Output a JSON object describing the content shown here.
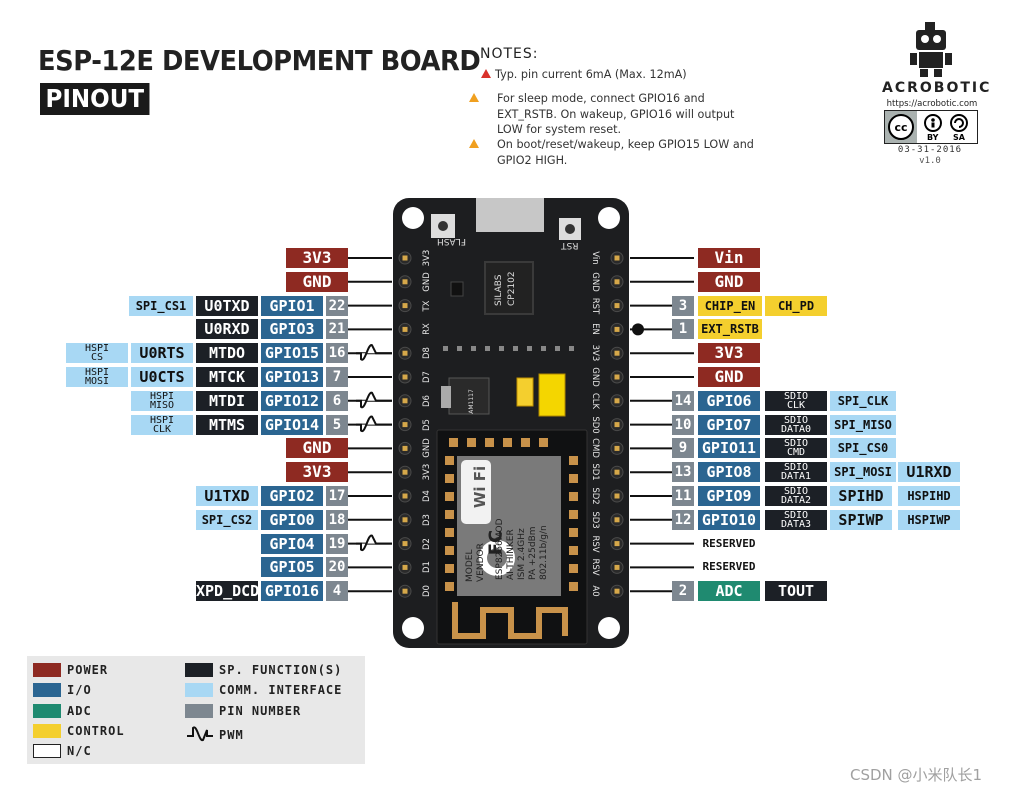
{
  "title": "ESP-12E DEVELOPMENT BOARD",
  "subtitle": "PINOUT",
  "notes": {
    "heading": "NOTES:",
    "items": [
      "Typ. pin current 6mA (Max. 12mA)",
      "For sleep mode, connect GPIO16 and EXT_RSTB. On wakeup, GPIO16 will output LOW for system reset.",
      "On boot/reset/wakeup, keep GPIO15 LOW and GPIO2 HIGH."
    ]
  },
  "brand": {
    "name": "ACROBOTIC",
    "url": "https://acrobotic.com",
    "license": [
      "BY",
      "SA"
    ],
    "date": "03-31-2016",
    "version": "v1.0"
  },
  "board": {
    "buttons": {
      "flash": "FLASH",
      "reset": "RST"
    },
    "chip": [
      "SILABS",
      "CP2102"
    ],
    "regulator": "AM1117",
    "module": [
      "ESP8266MOD",
      "AI-THINKER",
      "ISM 2.4GHz",
      "PA +25dBm",
      "802.11b/g/n"
    ],
    "module_side": [
      "MODEL",
      "VENDOR"
    ],
    "wifi_logo": "Wi Fi",
    "fcc": "FC",
    "left_silk": [
      "3V3",
      "GND",
      "TX",
      "RX",
      "D8",
      "D7",
      "D6",
      "D5",
      "GND",
      "3V3",
      "D4",
      "D3",
      "D2",
      "D1",
      "D0"
    ],
    "right_silk": [
      "Vin",
      "GND",
      "RST",
      "EN",
      "3V3",
      "GND",
      "CLK",
      "SD0",
      "CMD",
      "SD1",
      "SD2",
      "SD3",
      "RSV",
      "RSV",
      "A0"
    ]
  },
  "left_pins": [
    {
      "labels": [
        {
          "t": "3V3",
          "c": "power"
        }
      ]
    },
    {
      "labels": [
        {
          "t": "GND",
          "c": "power"
        }
      ]
    },
    {
      "labels": [
        {
          "t": "SPI_CS1",
          "c": "commS"
        },
        {
          "t": "U0TXD",
          "c": "sp"
        },
        {
          "t": "GPIO1",
          "c": "io"
        },
        {
          "t": "22",
          "c": "num"
        }
      ]
    },
    {
      "labels": [
        {
          "t": "U0RXD",
          "c": "sp"
        },
        {
          "t": "GPIO3",
          "c": "io"
        },
        {
          "t": "21",
          "c": "num"
        }
      ]
    },
    {
      "labels": [
        {
          "t": "HSPI CS",
          "c": "comm2"
        },
        {
          "t": "U0RTS",
          "c": "comm"
        },
        {
          "t": "MTDO",
          "c": "sp"
        },
        {
          "t": "GPIO15",
          "c": "io"
        },
        {
          "t": "16",
          "c": "num"
        }
      ],
      "pwm": true
    },
    {
      "labels": [
        {
          "t": "HSPI MOSI",
          "c": "comm2"
        },
        {
          "t": "U0CTS",
          "c": "comm"
        },
        {
          "t": "MTCK",
          "c": "sp"
        },
        {
          "t": "GPIO13",
          "c": "io"
        },
        {
          "t": "7",
          "c": "num"
        }
      ]
    },
    {
      "labels": [
        {
          "t": "HSPI MISO",
          "c": "comm2"
        },
        {
          "t": "MTDI",
          "c": "sp"
        },
        {
          "t": "GPIO12",
          "c": "io"
        },
        {
          "t": "6",
          "c": "num"
        }
      ],
      "pwm": true
    },
    {
      "labels": [
        {
          "t": "HSPI CLK",
          "c": "comm2"
        },
        {
          "t": "MTMS",
          "c": "sp"
        },
        {
          "t": "GPIO14",
          "c": "io"
        },
        {
          "t": "5",
          "c": "num"
        }
      ],
      "pwm": true
    },
    {
      "labels": [
        {
          "t": "GND",
          "c": "power"
        }
      ]
    },
    {
      "labels": [
        {
          "t": "3V3",
          "c": "power"
        }
      ]
    },
    {
      "labels": [
        {
          "t": "U1TXD",
          "c": "comm"
        },
        {
          "t": "GPIO2",
          "c": "io"
        },
        {
          "t": "17",
          "c": "num"
        }
      ]
    },
    {
      "labels": [
        {
          "t": "SPI_CS2",
          "c": "commS"
        },
        {
          "t": "GPIO0",
          "c": "io"
        },
        {
          "t": "18",
          "c": "num"
        }
      ]
    },
    {
      "labels": [
        {
          "t": "GPIO4",
          "c": "io"
        },
        {
          "t": "19",
          "c": "num"
        }
      ],
      "pwm": true
    },
    {
      "labels": [
        {
          "t": "GPIO5",
          "c": "io"
        },
        {
          "t": "20",
          "c": "num"
        }
      ]
    },
    {
      "labels": [
        {
          "t": "XPD_DCDC",
          "c": "sp"
        },
        {
          "t": "GPIO16",
          "c": "io"
        },
        {
          "t": "4",
          "c": "num"
        }
      ]
    }
  ],
  "right_pins": [
    {
      "labels": [
        {
          "t": "Vin",
          "c": "power"
        }
      ]
    },
    {
      "labels": [
        {
          "t": "GND",
          "c": "power"
        }
      ]
    },
    {
      "labels": [
        {
          "t": "3",
          "c": "num"
        },
        {
          "t": "CHIP_EN",
          "c": "ctrl"
        },
        {
          "t": "CH_PD",
          "c": "ctrl"
        }
      ]
    },
    {
      "labels": [
        {
          "t": "1",
          "c": "num"
        },
        {
          "t": "EXT_RSTB",
          "c": "ctrl"
        }
      ],
      "dot": true
    },
    {
      "labels": [
        {
          "t": "3V3",
          "c": "power"
        }
      ]
    },
    {
      "labels": [
        {
          "t": "GND",
          "c": "power"
        }
      ]
    },
    {
      "labels": [
        {
          "t": "14",
          "c": "num"
        },
        {
          "t": "GPIO6",
          "c": "io"
        },
        {
          "t": "SDIO CLK",
          "c": "sp2"
        },
        {
          "t": "SPI_CLK",
          "c": "commS"
        }
      ]
    },
    {
      "labels": [
        {
          "t": "10",
          "c": "num"
        },
        {
          "t": "GPIO7",
          "c": "io"
        },
        {
          "t": "SDIO DATA0",
          "c": "sp2"
        },
        {
          "t": "SPI_MISO",
          "c": "commS"
        }
      ]
    },
    {
      "labels": [
        {
          "t": "9",
          "c": "num"
        },
        {
          "t": "GPIO11",
          "c": "io"
        },
        {
          "t": "SDIO CMD",
          "c": "sp2"
        },
        {
          "t": "SPI_CS0",
          "c": "commS"
        }
      ]
    },
    {
      "labels": [
        {
          "t": "13",
          "c": "num"
        },
        {
          "t": "GPIO8",
          "c": "io"
        },
        {
          "t": "SDIO DATA1",
          "c": "sp2"
        },
        {
          "t": "SPI_MOSI",
          "c": "commS"
        },
        {
          "t": "U1RXD",
          "c": "comm"
        }
      ]
    },
    {
      "labels": [
        {
          "t": "11",
          "c": "num"
        },
        {
          "t": "GPIO9",
          "c": "io"
        },
        {
          "t": "SDIO DATA2",
          "c": "sp2"
        },
        {
          "t": "SPIHD",
          "c": "comm"
        },
        {
          "t": "HSPIHD",
          "c": "commS"
        }
      ]
    },
    {
      "labels": [
        {
          "t": "12",
          "c": "num"
        },
        {
          "t": "GPIO10",
          "c": "io"
        },
        {
          "t": "SDIO DATA3",
          "c": "sp2"
        },
        {
          "t": "SPIWP",
          "c": "comm"
        },
        {
          "t": "HSPIWP",
          "c": "commS"
        }
      ]
    },
    {
      "labels": [
        {
          "t": "RESERVED",
          "c": "plain"
        }
      ]
    },
    {
      "labels": [
        {
          "t": "RESERVED",
          "c": "plain"
        }
      ]
    },
    {
      "labels": [
        {
          "t": "2",
          "c": "num"
        },
        {
          "t": "ADC",
          "c": "adc"
        },
        {
          "t": "TOUT",
          "c": "sp"
        }
      ]
    }
  ],
  "legend": [
    {
      "label": "POWER",
      "color": "#8e2a22"
    },
    {
      "label": "I/O",
      "color": "#2b6591"
    },
    {
      "label": "ADC",
      "color": "#1f8a70"
    },
    {
      "label": "CONTROL",
      "color": "#f4cf2e"
    },
    {
      "label": "N/C",
      "color": "#ffffff"
    },
    {
      "label": "SP. FUNCTION(S)",
      "color": "#1c2026"
    },
    {
      "label": "COMM. INTERFACE",
      "color": "#a8d8f4"
    },
    {
      "label": "PIN NUMBER",
      "color": "#7d8790"
    },
    {
      "label": "PWM",
      "color": "#111111"
    }
  ],
  "watermark": "CSDN @小米队长1"
}
